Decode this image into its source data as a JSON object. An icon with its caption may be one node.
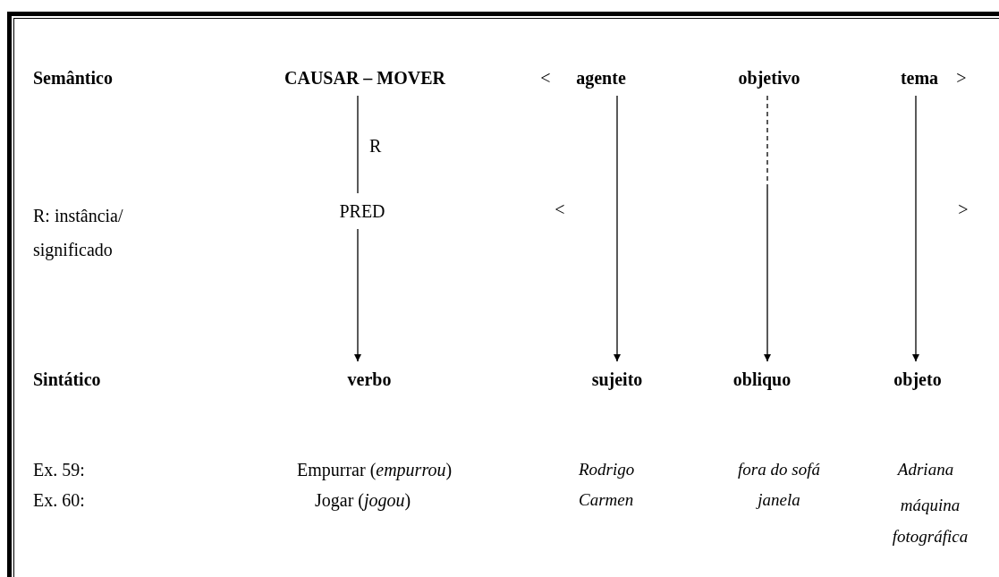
{
  "diagram": {
    "nodes": [
      {
        "text": [
          "CAUSAR – MOVER"
        ]
      },
      {
        "text": [
          "agente"
        ]
      },
      {
        "text": [
          "objetivo"
        ]
      },
      {
        "text": [
          "tema"
        ]
      },
      {
        "text": [
          "PRED"
        ]
      },
      {
        "text": [
          "verbo"
        ]
      },
      {
        "text": [
          "sujeito"
        ]
      },
      {
        "text": [
          "obliquo"
        ]
      },
      {
        "text": [
          "objeto"
        ]
      }
    ],
    "edges": [
      {
        "from": 0,
        "to": 4,
        "arrow": "none",
        "label": "R"
      },
      {
        "from": 4,
        "to": 5,
        "arrow": "to"
      },
      {
        "from": 1,
        "to": 6,
        "arrow": "to"
      },
      {
        "from": 2,
        "to": 7,
        "arrow": "to",
        "style": "dashed"
      },
      {
        "from": 3,
        "to": 8,
        "arrow": "to"
      }
    ],
    "labels": [
      "Semântico",
      "<",
      ">",
      "R: instância/ significado",
      "<",
      ">",
      "Sintático",
      "Ex. 59:",
      "Empurrar (*empurrou*)",
      "Rodrigo",
      "fora do sofá",
      "Adriana",
      "Ex. 60:",
      "Jogar (*jogou*)",
      "Carmen",
      "janela",
      "máquina fotográfica"
    ]
  }
}
